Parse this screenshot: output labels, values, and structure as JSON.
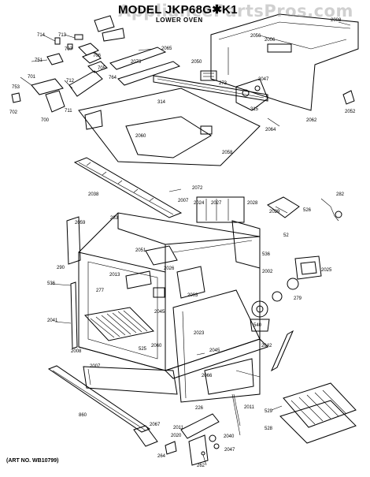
{
  "watermark": "AppliancePartsPros.com",
  "title": "MODEL JKP68G",
  "title_suffix": "K1",
  "subtitle": "LOWER OVEN",
  "art_number": "(ART NO. WB10799)",
  "labels": [
    "714",
    "713",
    "707",
    "706",
    "751",
    "705",
    "701",
    "712",
    "764",
    "753",
    "702",
    "700",
    "711",
    "2065",
    "2073",
    "2056",
    "2006",
    "2008",
    "2050",
    "273",
    "2047",
    "315",
    "314",
    "2064",
    "2062",
    "2052",
    "2060",
    "2058",
    "2072",
    "2038",
    "2007",
    "2024",
    "2027",
    "2028",
    "2029",
    "526",
    "282",
    "52",
    "283",
    "2059",
    "2051",
    "536",
    "2025",
    "290",
    "2002",
    "2026",
    "2013",
    "536",
    "277",
    "2003",
    "2041",
    "2045",
    "2060",
    "2008",
    "525",
    "860",
    "2007",
    "2023",
    "2045",
    "2066",
    "2042",
    "2067",
    "2011",
    "226",
    "2011",
    "2020",
    "2040",
    "264",
    "2047",
    "529",
    "528",
    "262",
    "540",
    "279"
  ]
}
